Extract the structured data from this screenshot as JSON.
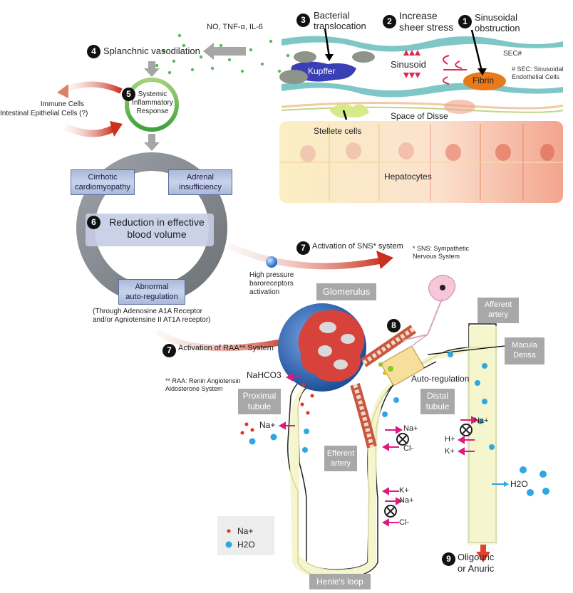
{
  "steps": {
    "s1": {
      "num": "1",
      "label_l1": "Sinusoidal",
      "label_l2": "obstruction"
    },
    "s2": {
      "num": "2",
      "label_l1": "Increase",
      "label_l2": "sheer stress"
    },
    "s3": {
      "num": "3",
      "label_l1": "Bacterial",
      "label_l2": "translocation"
    },
    "s4": {
      "num": "4",
      "label": "Splanchnic vasodilation"
    },
    "s5": {
      "num": "5",
      "label_l1": "Systemic",
      "label_l2": "Inflammatory",
      "label_l3": "Response"
    },
    "s6": {
      "num": "6",
      "label_l1": "Reduction in effective",
      "label_l2": "blood volume"
    },
    "s7a": {
      "num": "7",
      "label": "Activation of SNS* system"
    },
    "s7b": {
      "num": "7",
      "label": "Activation of RAA** System"
    },
    "s8": {
      "num": "8"
    },
    "s9": {
      "num": "9",
      "label_l1": "Oligouric",
      "label_l2": "or Anuric"
    }
  },
  "liver": {
    "mediators": "NO, TNF-α, IL-6",
    "sec": "SEC#",
    "sec_note_l1": "# SEC: Sinusoidal",
    "sec_note_l2": "Endothelial Cells",
    "kupffer": "Kupffer",
    "sinusoid": "Sinusoid",
    "fibrin": "Fibrin",
    "space_disse": "Space of Disse",
    "stellete": "Stellete cells",
    "hepatocytes": "Hepatocytes"
  },
  "immune": {
    "l1": "Immune Cells",
    "l2": "Intestinal Epithelial Cells (?)"
  },
  "ring_boxes": {
    "cardio_l1": "Cirrhotic",
    "cardio_l2": "cardiomyopathy",
    "adrenal_l1": "Adrenal",
    "adrenal_l2": "insufficiency",
    "auto_l1": "Abnormal",
    "auto_l2": "auto-regulation"
  },
  "auto_note_l1": "(Through Adenosine A1A Receptor",
  "auto_note_l2": "and/or Agniotensine II AT1A receptor)",
  "baro_l1": "High pressure",
  "baro_l2": "baroreceptors",
  "baro_l3": "activation",
  "sns_note_l1": "* SNS: Sympathetic",
  "sns_note_l2": "Nervous System",
  "raa_note_l1": "** RAA: Renin Angiotensin",
  "raa_note_l2": "Aldosterone System",
  "kidney": {
    "glomerulus": "Glomerulus",
    "afferent_l1": "Afferent",
    "afferent_l2": "artery",
    "macula_l1": "Macula",
    "macula_l2": "Densa",
    "autoreg": "Auto-regulation",
    "distal_l1": "Distal",
    "distal_l2": "tubule",
    "proximal_l1": "Proximal",
    "proximal_l2": "tubule",
    "efferent_l1": "Efferent",
    "efferent_l2": "artery",
    "henle": "Henle's loop",
    "nahco3": "NaHCO3",
    "na_out": "Na+",
    "h2o_out": "H2O"
  },
  "ions": {
    "na1": "Na+",
    "cl1": "Cl-",
    "k2": "K+",
    "na2": "Na+",
    "cl2": "Cl-",
    "na3": "Na+",
    "h3": "H+",
    "k3": "K+"
  },
  "legend": {
    "na": "Na+",
    "h2o": "H2O"
  }
}
